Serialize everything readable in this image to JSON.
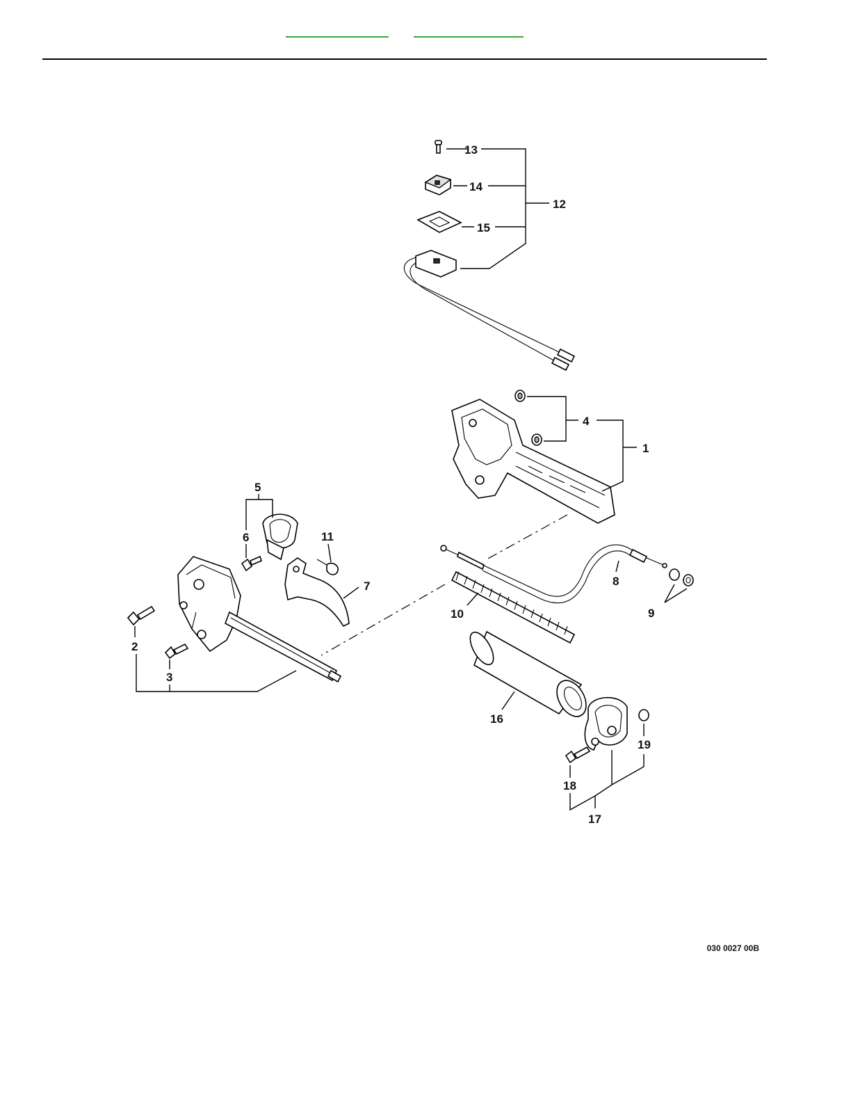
{
  "header": {
    "nav_links": [
      "",
      ""
    ],
    "link_color": "#3aa63a"
  },
  "diagram": {
    "callouts": {
      "c1": "1",
      "c2": "2",
      "c3": "3",
      "c4": "4",
      "c5": "5",
      "c6": "6",
      "c7": "7",
      "c8": "8",
      "c9": "9",
      "c10": "10",
      "c11": "11",
      "c12": "12",
      "c13": "13",
      "c14": "14",
      "c15": "15",
      "c16": "16",
      "c17": "17",
      "c18": "18",
      "c19": "19"
    },
    "drawing_id": "030 0027 00B"
  }
}
